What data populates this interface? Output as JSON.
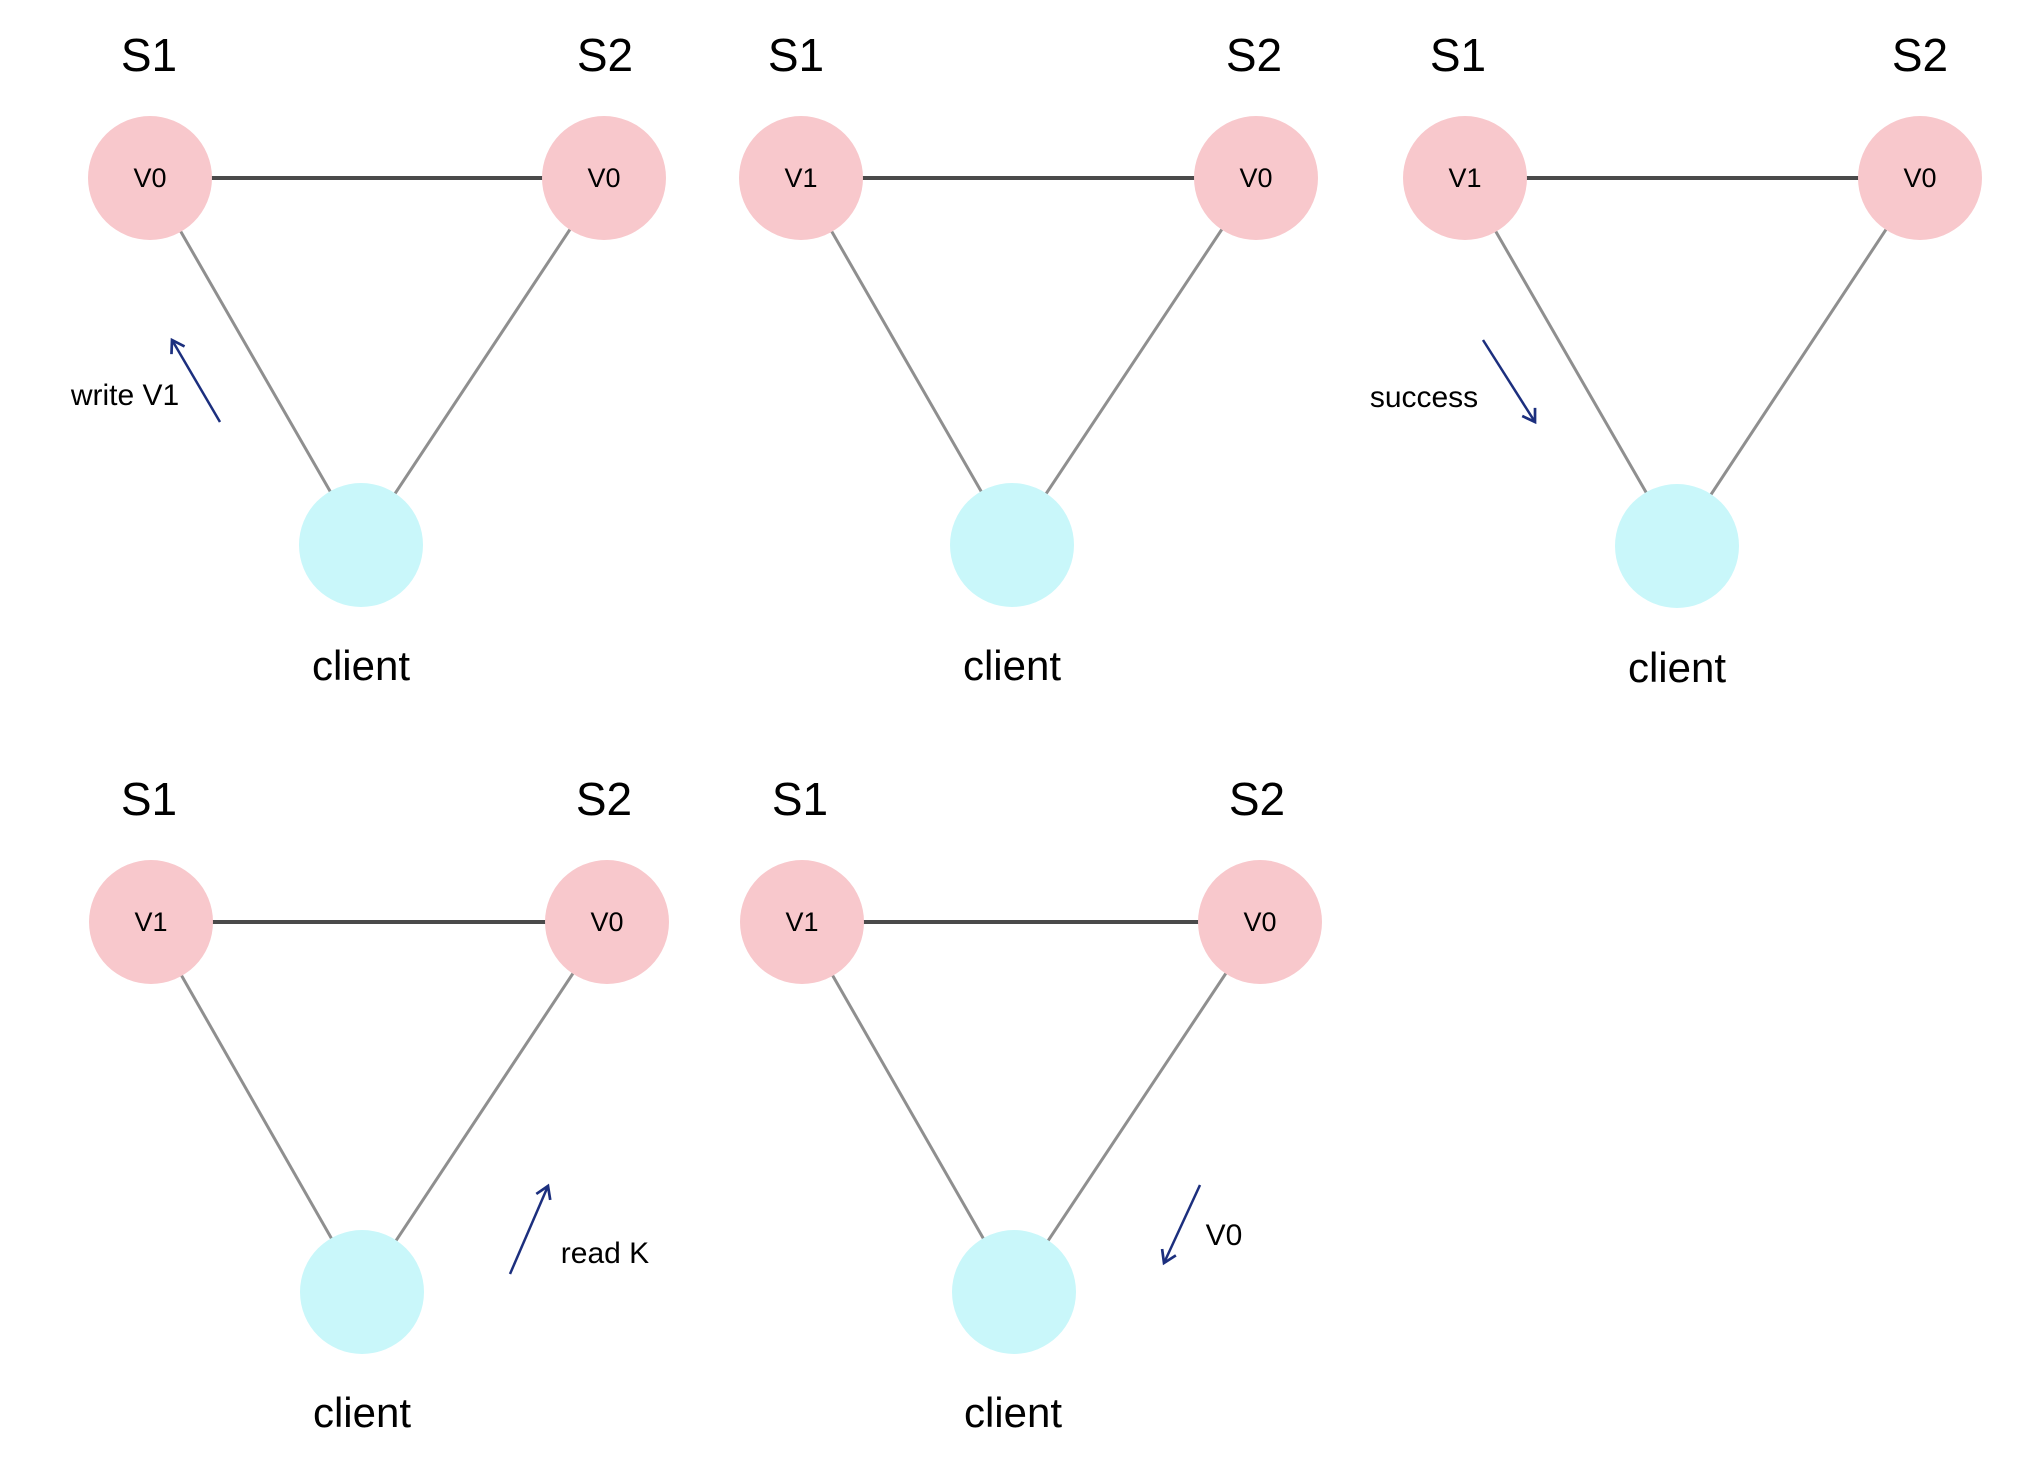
{
  "figure": {
    "description": "Five triangle diagrams showing two servers (S1, S2) connected to each other and to a client, illustrating a write/read sequence",
    "colors": {
      "server_fill": "#f8c8cc",
      "client_fill": "#c9f7fa",
      "edge_server_to_server": "#4a4a4a",
      "edge_server_to_client": "#8f8f8f",
      "arrow": "#1c2f7e",
      "text": "#000000"
    }
  },
  "diagrams": [
    {
      "s1_label": "S1",
      "s2_label": "S2",
      "s1_value": "V0",
      "s2_value": "V0",
      "client_label": "client",
      "annotation": {
        "text": "write V1",
        "edge": "client-S1",
        "arrow_points_to": "S1"
      }
    },
    {
      "s1_label": "S1",
      "s2_label": "S2",
      "s1_value": "V1",
      "s2_value": "V0",
      "client_label": "client",
      "annotation": null
    },
    {
      "s1_label": "S1",
      "s2_label": "S2",
      "s1_value": "V1",
      "s2_value": "V0",
      "client_label": "client",
      "annotation": {
        "text": "success",
        "edge": "S1-client",
        "arrow_points_to": "client"
      }
    },
    {
      "s1_label": "S1",
      "s2_label": "S2",
      "s1_value": "V1",
      "s2_value": "V0",
      "client_label": "client",
      "annotation": {
        "text": "read K",
        "edge": "client-S2",
        "arrow_points_to": "S2"
      }
    },
    {
      "s1_label": "S1",
      "s2_label": "S2",
      "s1_value": "V1",
      "s2_value": "V0",
      "client_label": "client",
      "annotation": {
        "text": "V0",
        "edge": "S2-client",
        "arrow_points_to": "client"
      }
    }
  ]
}
